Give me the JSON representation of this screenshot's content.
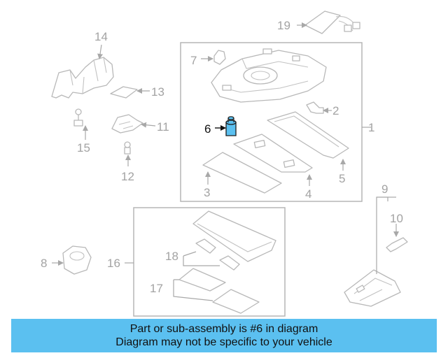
{
  "labels": {
    "p1": "1",
    "p2": "2",
    "p3": "3",
    "p4": "4",
    "p5": "5",
    "p6": "6",
    "p7": "7",
    "p8": "8",
    "p9": "9",
    "p10": "10",
    "p11": "11",
    "p12": "12",
    "p13": "13",
    "p14": "14",
    "p15": "15",
    "p16": "16",
    "p17": "17",
    "p18": "18",
    "p19": "19"
  },
  "highlighted_part": "6",
  "colors": {
    "banner": "#5bc0f0",
    "highlight_fill": "#5bc0f0",
    "line": "#b8b8b8",
    "label": "#a3a3a3"
  },
  "banner": {
    "line1": "Part or sub-assembly is #6 in diagram",
    "line2": "Diagram may not be specific to your vehicle"
  }
}
